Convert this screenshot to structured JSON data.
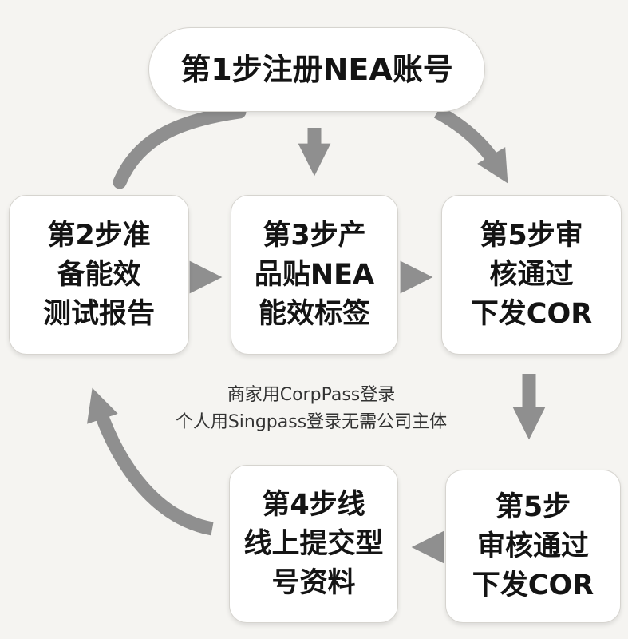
{
  "colors": {
    "background": "#f5f4f1",
    "box_fill": "#ffffff",
    "box_border": "#d6d4cf",
    "arrow": "#8f8f8f",
    "text": "#141414"
  },
  "steps": {
    "step1": "第1步注册NEA账号",
    "step2": "第2步准\n备能效\n测试报告",
    "step3": "第3步产\n品贴NEA\n能效标签",
    "step5_top": "第5步审\n核通过\n下发COR",
    "step4": "第4步线\n线上提交型\n号资料",
    "step5_bottom": "第5步\n审核通过\n下发COR"
  },
  "note": {
    "line1": "商家用CorpPass登录",
    "line2": "个人用Singpass登录无需公司主体"
  }
}
